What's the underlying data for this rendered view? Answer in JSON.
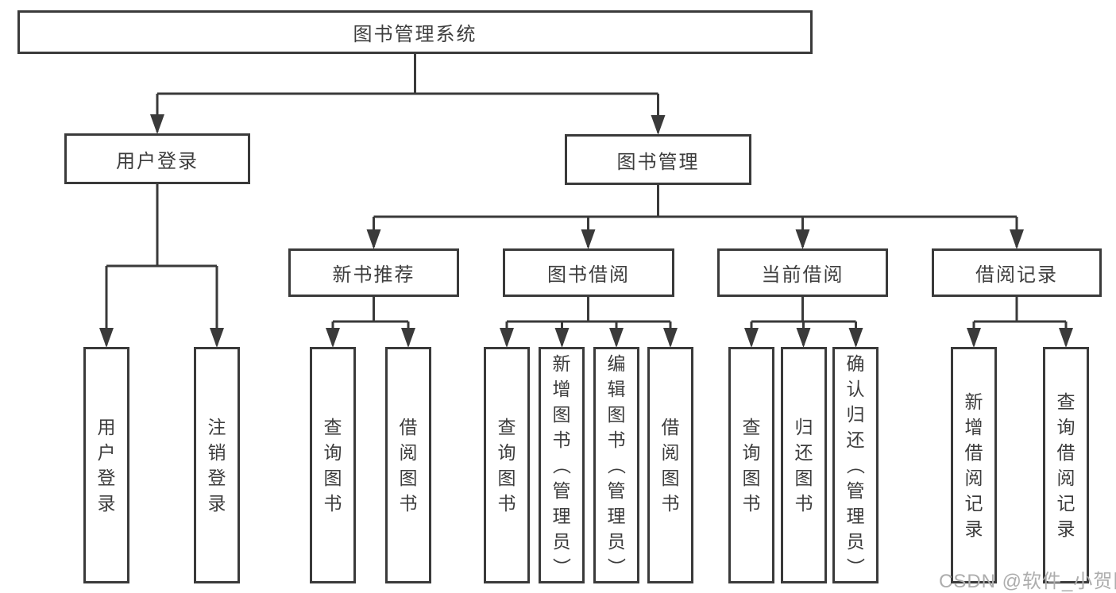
{
  "diagram": {
    "title": "图书管理系统",
    "nodes": {
      "root": "图书管理系统",
      "user_login": "用户登录",
      "book_management": "图书管理",
      "new_book_recommend": "新书推荐",
      "book_borrow": "图书借阅",
      "current_borrow": "当前借阅",
      "borrow_records": "借阅记录"
    },
    "leaves": {
      "user_login": [
        "用户登录",
        "注销登录"
      ],
      "new_book_recommend": [
        "查询图书",
        "借阅图书"
      ],
      "book_borrow": [
        "查询图书",
        "新增图书（管理员）",
        "编辑图书（管理员）",
        "借阅图书"
      ],
      "current_borrow": [
        "查询图书",
        "归还图书",
        "确认归还（管理员）"
      ],
      "borrow_records": [
        "新增借阅记录",
        "查询借阅记录"
      ]
    },
    "colors": {
      "line": "#3a3a3a",
      "box_border": "#3a3a3a",
      "text": "#3d3d3d",
      "watermark": "#adadad",
      "background": "#ffffff"
    },
    "watermark": "CSDN @软件_小贺同学"
  }
}
